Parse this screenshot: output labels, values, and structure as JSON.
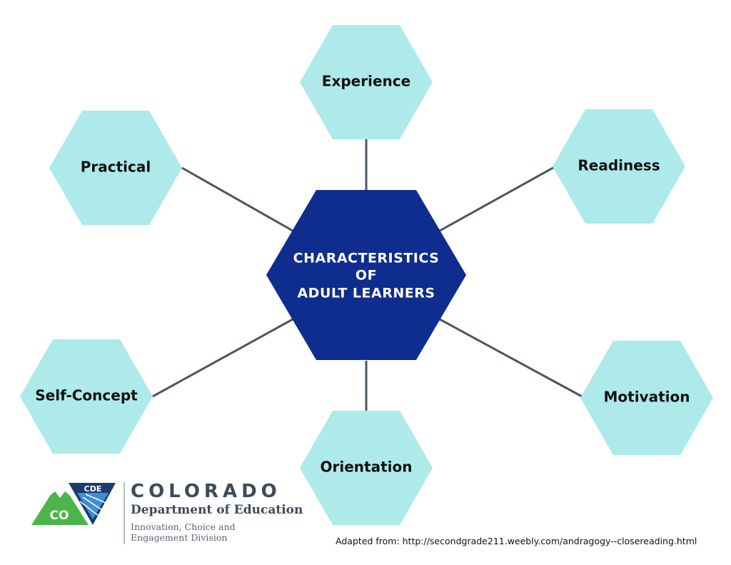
{
  "center": {
    "lines": [
      "CHARACTERISTICS",
      "OF",
      "ADULT LEARNERS"
    ],
    "color": "#0f2c8f"
  },
  "nodes": [
    {
      "id": "experience",
      "label": "Experience"
    },
    {
      "id": "practical",
      "label": "Practical"
    },
    {
      "id": "readiness",
      "label": "Readiness"
    },
    {
      "id": "self-concept",
      "label": "Self-Concept"
    },
    {
      "id": "motivation",
      "label": "Motivation"
    },
    {
      "id": "orientation",
      "label": "Orientation"
    }
  ],
  "colors": {
    "node_fill": "#aeeaea",
    "connector": "#4a5564",
    "logo_green": "#4bb54a",
    "logo_navy": "#1e3a6e",
    "logo_blue": "#3d8fd4"
  },
  "organization": {
    "logo_badge": "CDE",
    "logo_initials": "CO",
    "name": "COLORADO",
    "department": "Department of Education",
    "division_line1": "Innovation, Choice and",
    "division_line2": "Engagement Division"
  },
  "source_note": "Adapted from: http://secondgrade211.weebly.com/andragogy--closereading.html"
}
